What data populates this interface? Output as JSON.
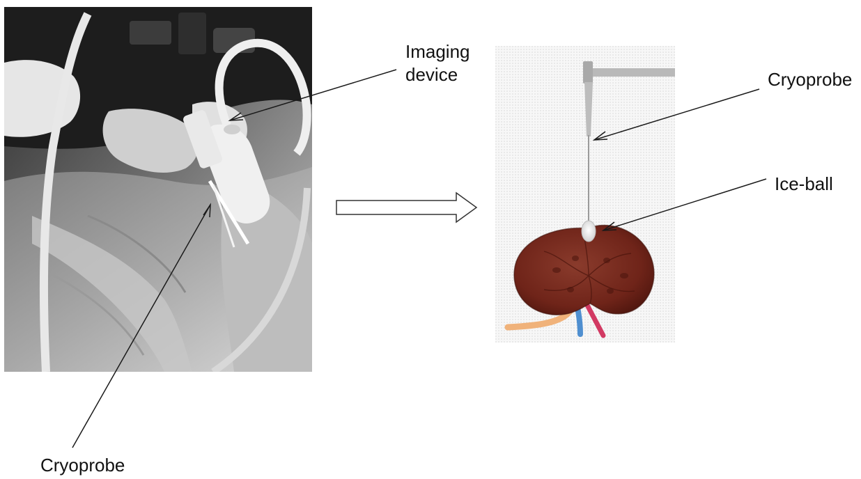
{
  "labels": {
    "imaging_device": "Imaging\ndevice",
    "cryoprobe_right": "Cryoprobe",
    "ice_ball": "Ice-ball",
    "cryoprobe_left": "Cryoprobe"
  }
}
